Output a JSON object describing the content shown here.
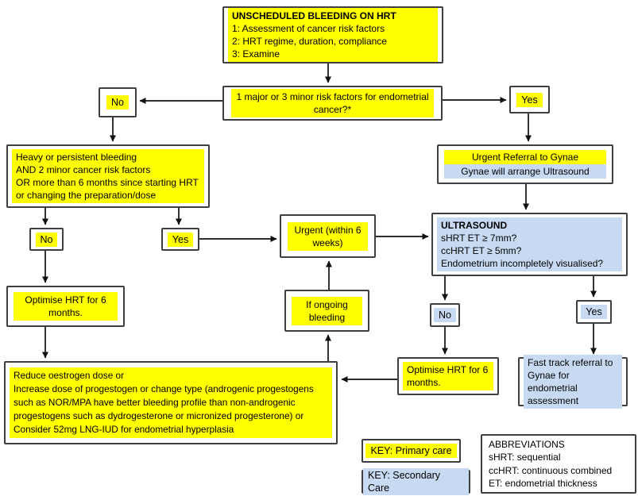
{
  "palette": {
    "yellow": "#FFFF00",
    "blue": "#C7DAF2",
    "border": "#3F3F3F",
    "line": "#111111"
  },
  "nodes": {
    "start": {
      "title": "UNSCHEDULED BLEEDING ON HRT",
      "lines": [
        "1: Assessment of cancer risk factors",
        "2: HRT regime, duration, compliance",
        "3: Examine"
      ]
    },
    "risk_question": {
      "text": "1 major or 3 minor risk factors for endometrial cancer?*"
    },
    "no1": {
      "label": "No"
    },
    "yes1": {
      "label": "Yes"
    },
    "heavy_bleeding": {
      "lines": [
        "Heavy or persistent bleeding",
        "AND 2 minor cancer risk factors",
        "OR more than 6 months since starting HRT",
        "or changing the preparation/dose"
      ]
    },
    "urgent_referral": {
      "line1": "Urgent Referral to Gynae",
      "line2": "Gynae will arrange Ultrasound"
    },
    "no2": {
      "label": "No"
    },
    "yes2": {
      "label": "Yes"
    },
    "urgent": {
      "text": "Urgent (within 6 weeks)"
    },
    "ultrasound": {
      "title": "ULTRASOUND",
      "lines": [
        "sHRT ET ≥ 7mm?",
        "ccHRT ET ≥ 5mm?",
        "Endometrium incompletely visualised?"
      ]
    },
    "optimise_left": {
      "text": "Optimise HRT for 6 months."
    },
    "ongoing": {
      "text": "If ongoing bleeding"
    },
    "no3": {
      "label": "No"
    },
    "yes3": {
      "label": "Yes"
    },
    "reduce": {
      "lines": [
        "Reduce oestrogen dose or",
        "Increase dose of progestogen or change type (androgenic progestogens",
        "such as NOR/MPA have better bleeding profile than non-androgenic",
        "progestogens such as dydrogesterone or micronized progesterone) or",
        "Consider 52mg LNG-IUD for endometrial hyperplasia"
      ]
    },
    "optimise_right": {
      "text": "Optimise HRT for 6 months."
    },
    "fast_track": {
      "text": "Fast track referral to Gynae for endometrial assessment"
    },
    "key_primary": {
      "label": "KEY: Primary care"
    },
    "key_secondary": {
      "label": "KEY: Secondary Care"
    },
    "abbreviations": {
      "title": "ABBREVIATIONS",
      "lines": [
        "sHRT: sequential",
        "ccHRT: continuous combined",
        "ET: endometrial thickness"
      ]
    }
  }
}
